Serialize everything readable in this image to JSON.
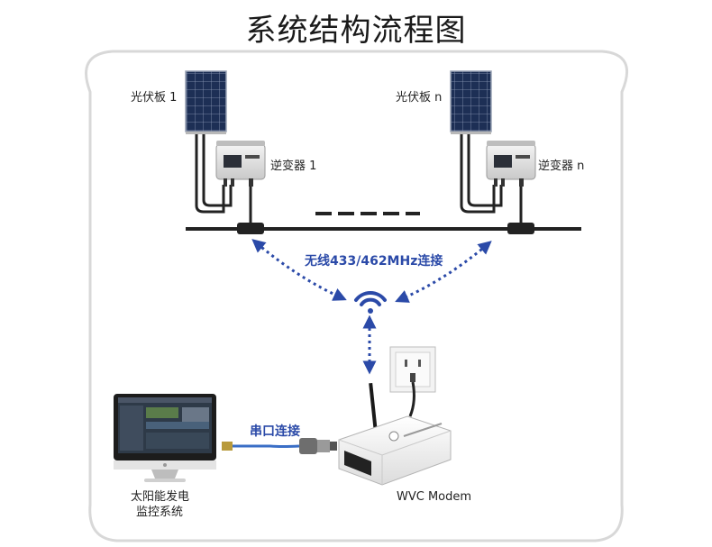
{
  "title": "系统结构流程图",
  "labels": {
    "panel_1": "光伏板 1",
    "panel_n": "光伏板 n",
    "inverter_1": "逆变器 1",
    "inverter_n": "逆变器 n",
    "wireless_link": "无线433/462MHz连接",
    "serial_link": "串口连接",
    "modem": "WVC Modem",
    "monitor_line1": "太阳能发电",
    "monitor_line2": "监控系统"
  },
  "colors": {
    "link_blue": "#2b4aa8",
    "border_gray": "#d8d8d8",
    "panel_blue": "#1d2f55"
  }
}
